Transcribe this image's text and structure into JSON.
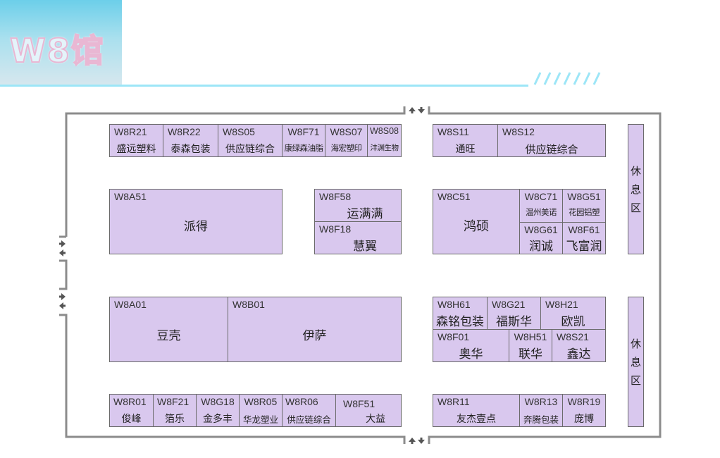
{
  "header": {
    "title": "W8馆",
    "banner_gradient": [
      "#6ccfea",
      "#d6e7ee"
    ],
    "title_fill": "#e4f4fa",
    "title_outline": "#e9b7d3",
    "line_color": "#9de6f7"
  },
  "colors": {
    "booth_fill": "#d9c8ee",
    "booth_border": "#6a6a6a",
    "wall": "#8c8c8c"
  },
  "entrances": [
    {
      "position": "top",
      "icon": "entrance-arrows-icon"
    },
    {
      "position": "bottom",
      "icon": "entrance-arrows-icon"
    },
    {
      "position": "left-upper",
      "icon": "entrance-arrows-icon"
    },
    {
      "position": "left-lower",
      "icon": "entrance-arrows-icon"
    }
  ],
  "rest_areas": [
    {
      "label": [
        "休",
        "息",
        "区"
      ]
    },
    {
      "label": [
        "休",
        "息",
        "区"
      ]
    }
  ],
  "booths": {
    "top_left_row": [
      {
        "code": "W8R21",
        "name": "盛远塑料"
      },
      {
        "code": "W8R22",
        "name": "泰森包装"
      },
      {
        "code": "W8S05",
        "name": "供应链综合"
      },
      {
        "code": "W8F71",
        "name": "康绿森油脂"
      },
      {
        "code": "W8S07",
        "name": "海宏塑印"
      },
      {
        "code": "W8S08",
        "name": "沣渊生物"
      }
    ],
    "top_right_row": [
      {
        "code": "W8S11",
        "name": "通旺"
      },
      {
        "code": "W8S12",
        "name": "供应链综合"
      }
    ],
    "a51": {
      "code": "W8A51",
      "name": "派得"
    },
    "f58": {
      "code": "W8F58",
      "name": "运满满"
    },
    "f18": {
      "code": "W8F18",
      "name": "慧翼"
    },
    "c_block": [
      {
        "code": "W8C51",
        "name": "鸿硕"
      },
      {
        "code": "W8C71",
        "name": "温州美诺"
      },
      {
        "code": "W8G51",
        "name": "花园铝塑"
      },
      {
        "code": "W8G61",
        "name": "润诚"
      },
      {
        "code": "W8F61",
        "name": "飞富润"
      }
    ],
    "a01": {
      "code": "W8A01",
      "name": "豆壳"
    },
    "b01": {
      "code": "W8B01",
      "name": "伊萨"
    },
    "h_block": [
      {
        "code": "W8H61",
        "name": "森铭包装"
      },
      {
        "code": "W8G21",
        "name": "福斯华"
      },
      {
        "code": "W8H21",
        "name": "欧凯"
      },
      {
        "code": "W8F01",
        "name": "奥华"
      },
      {
        "code": "W8H51",
        "name": "联华"
      },
      {
        "code": "W8S21",
        "name": "鑫达"
      }
    ],
    "bottom_left_row": [
      {
        "code": "W8R01",
        "name": "俊峰"
      },
      {
        "code": "W8F21",
        "name": "箔乐"
      },
      {
        "code": "W8G18",
        "name": "金多丰"
      },
      {
        "code": "W8R05",
        "name": "华龙塑业"
      },
      {
        "code": "W8R06",
        "name": "供应链综合"
      },
      {
        "code": "W8F51",
        "name": "大益"
      }
    ],
    "bottom_right_row": [
      {
        "code": "W8R11",
        "name": "友杰壹点"
      },
      {
        "code": "W8R13",
        "name": "奔腾包装"
      },
      {
        "code": "W8R19",
        "name": "庞博"
      }
    ]
  }
}
